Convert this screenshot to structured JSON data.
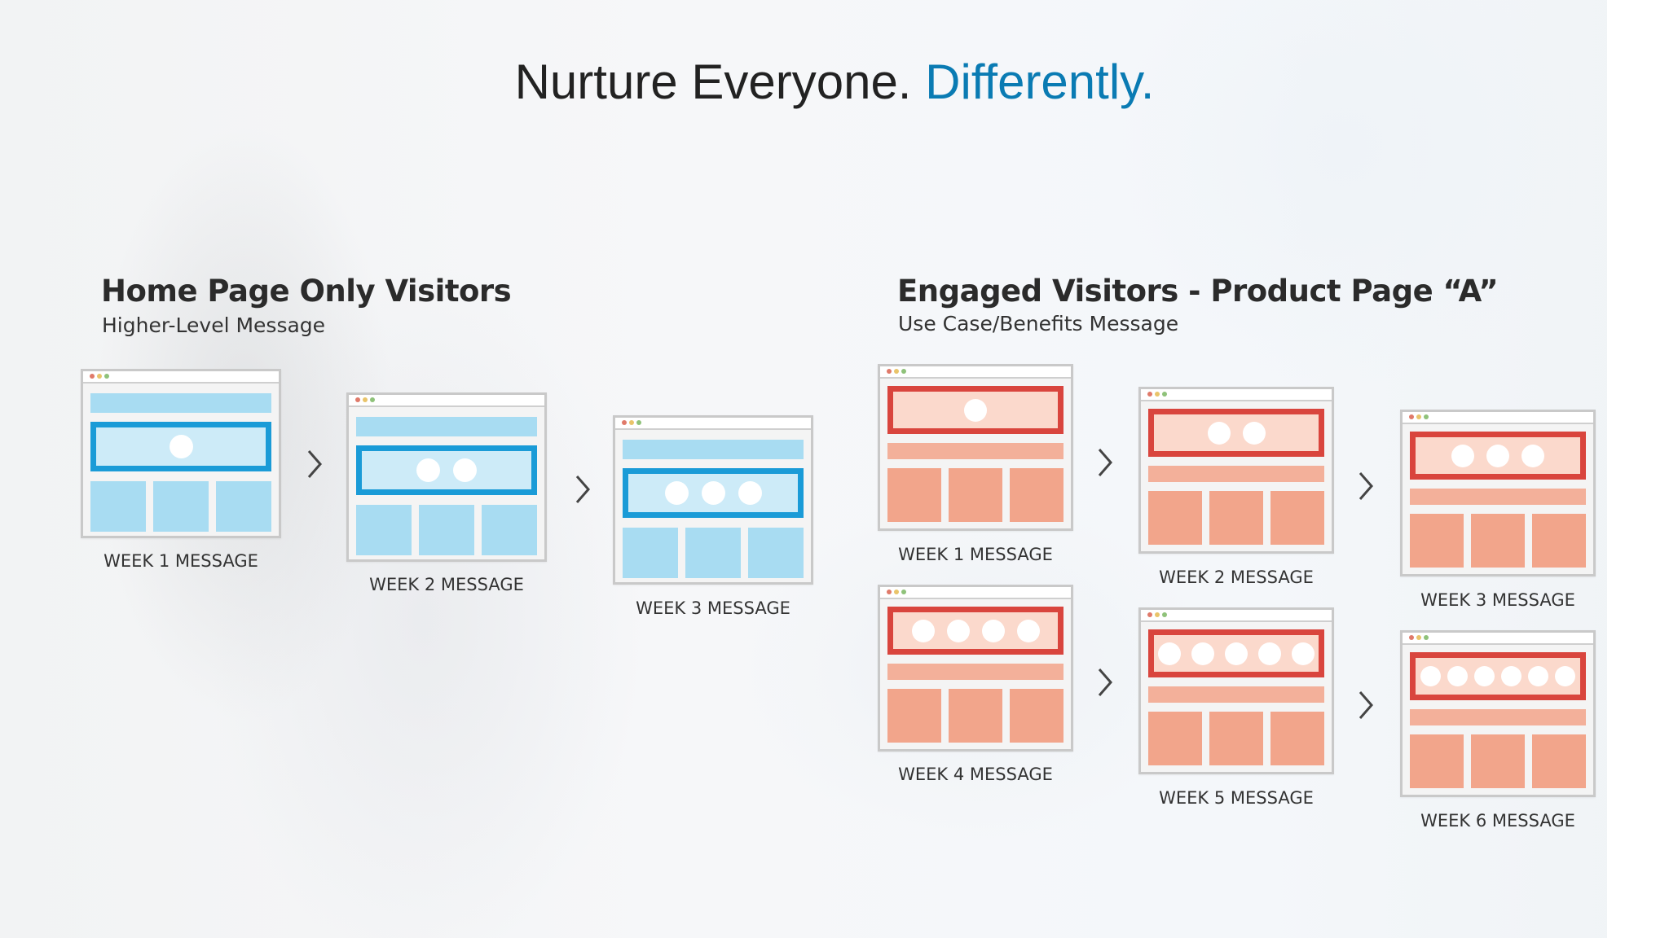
{
  "title": {
    "main": "Nurture Everyone.",
    "accent": "Differently."
  },
  "colors": {
    "accent_blue": "#0a7bb3",
    "wire_blue_border": "#1a9bd7",
    "wire_blue_fill": "#a8dcf2",
    "wire_red_border": "#d9453d",
    "wire_red_fill": "#f2a58b"
  },
  "left_group": {
    "heading": "Home Page Only Visitors",
    "subheading": "Higher-Level Message",
    "steps": [
      {
        "label": "WEEK 1 MESSAGE",
        "dots": 1
      },
      {
        "label": "WEEK 2 MESSAGE",
        "dots": 2
      },
      {
        "label": "WEEK 3 MESSAGE",
        "dots": 3
      }
    ]
  },
  "right_group": {
    "heading": "Engaged Visitors - Product Page “A”",
    "subheading": "Use Case/Benefits Message",
    "steps": [
      {
        "label": "WEEK 1 MESSAGE",
        "dots": 1
      },
      {
        "label": "WEEK 2 MESSAGE",
        "dots": 2
      },
      {
        "label": "WEEK 3 MESSAGE",
        "dots": 3
      },
      {
        "label": "WEEK 4 MESSAGE",
        "dots": 4
      },
      {
        "label": "WEEK 5 MESSAGE",
        "dots": 5
      },
      {
        "label": "WEEK 6 MESSAGE",
        "dots": 6
      }
    ]
  },
  "icons": {
    "arrow": "chevron-right-icon",
    "window": "browser-window-icon"
  }
}
